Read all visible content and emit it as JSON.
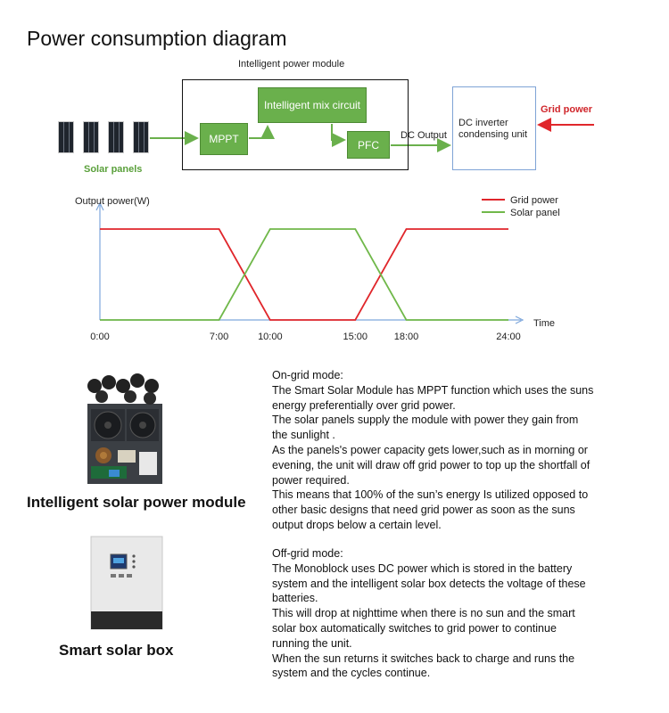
{
  "title": "Power consumption diagram",
  "diagram": {
    "module_label": "Intelligent power module",
    "mix_circuit": "Intelligent mix circuit",
    "mppt": "MPPT",
    "pfc": "PFC",
    "dc_output": "DC Output",
    "inverter_lines": [
      "DC inverter",
      "condensing unit"
    ],
    "grid_power": "Grid power",
    "solar_panels": "Solar panels"
  },
  "colors": {
    "grid": "#e0262b",
    "solar": "#70b84a",
    "axis": "#7ea7dc",
    "box_green": "#6ab04c"
  },
  "chart_data": {
    "type": "line",
    "ylabel": "Output power(W)",
    "xlabel": "Time",
    "x_ticks": [
      "0:00",
      "7:00",
      "10:00",
      "15:00",
      "18:00",
      "24:00"
    ],
    "ylim": [
      0,
      1
    ],
    "series": [
      {
        "name": "Grid power",
        "color": "#e0262b",
        "points": [
          [
            "0:00",
            1
          ],
          [
            "7:00",
            1
          ],
          [
            "10:00",
            0
          ],
          [
            "15:00",
            0
          ],
          [
            "18:00",
            1
          ],
          [
            "24:00",
            1
          ]
        ]
      },
      {
        "name": "Solar panel",
        "color": "#70b84a",
        "points": [
          [
            "0:00",
            0
          ],
          [
            "7:00",
            0
          ],
          [
            "10:00",
            1
          ],
          [
            "15:00",
            1
          ],
          [
            "18:00",
            0
          ],
          [
            "24:00",
            0
          ]
        ]
      }
    ]
  },
  "products": {
    "module_caption": "Intelligent solar power module",
    "box_caption": "Smart solar box"
  },
  "ongrid_lines": [
    "On-grid mode:",
    "The Smart Solar Module has MPPT function which uses the suns",
    "energy preferentially over grid power.",
    "The solar panels supply the module with power they gain from",
    "the sunlight .",
    "As the panels's power capacity gets lower,such as  in morning or",
    "evening, the unit will draw off grid power to top up the shortfall of",
    "power required.",
    "This means that 100% of the sun’s energy Is utilized opposed to",
    "other basic designs that need grid power as soon as the suns",
    "output drops below a certain level."
  ],
  "offgrid_lines": [
    "Off-grid mode:",
    "The Monoblock uses DC power which is stored in the battery",
    "system and the intelligent solar box detects the voltage of these",
    "batteries.",
    "This will drop at nighttime when there is no sun and the smart",
    "solar box automatically switches to grid power to continue",
    "running the unit.",
    "When the sun returns it switches back to charge and runs the",
    "system and the cycles continue."
  ]
}
